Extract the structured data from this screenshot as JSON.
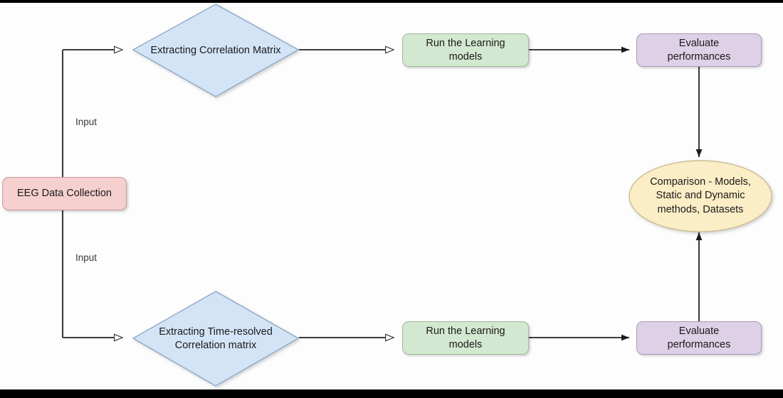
{
  "diagram": {
    "title": "EEG analysis pipeline flowchart",
    "background_color": "#fdfdfd",
    "border_color": "#000000",
    "nodes": {
      "eeg": {
        "label": "EEG Data Collection",
        "shape": "rounded-rectangle",
        "fill": "#f6cfcf",
        "stroke": "#c99a9a"
      },
      "diamond_static_line1": "Extracting Correlation Matrix",
      "diamond_dynamic_line1": "Extracting Time-resolved",
      "diamond_dynamic_line2": "Correlation matrix",
      "run_models_top_line1": "Run the Learning",
      "run_models_top_line2": "models",
      "run_models_bottom_line1": "Run the Learning",
      "run_models_bottom_line2": "models",
      "evaluate_top_line1": "Evaluate",
      "evaluate_top_line2": "performances",
      "evaluate_bottom_line1": "Evaluate",
      "evaluate_bottom_line2": "performances",
      "comparison_line1": "Comparison - Models,",
      "comparison_line2": "Static and Dynamic",
      "comparison_line3": "methods, Datasets"
    },
    "edge_labels": {
      "input_top": "Input",
      "input_bottom": "Input"
    },
    "colors": {
      "diamond_fill": "#d4e4f7",
      "diamond_stroke": "#8fa9c7",
      "green_fill": "#d3e8d0",
      "green_stroke": "#9dba99",
      "purple_fill": "#ded0e6",
      "purple_stroke": "#ab9ab5",
      "pink_fill": "#f6cfcf",
      "pink_stroke": "#c99a9a",
      "ellipse_fill": "#fbeec6",
      "ellipse_stroke": "#cbbd94",
      "edge_stroke": "#3c3c3c"
    }
  }
}
